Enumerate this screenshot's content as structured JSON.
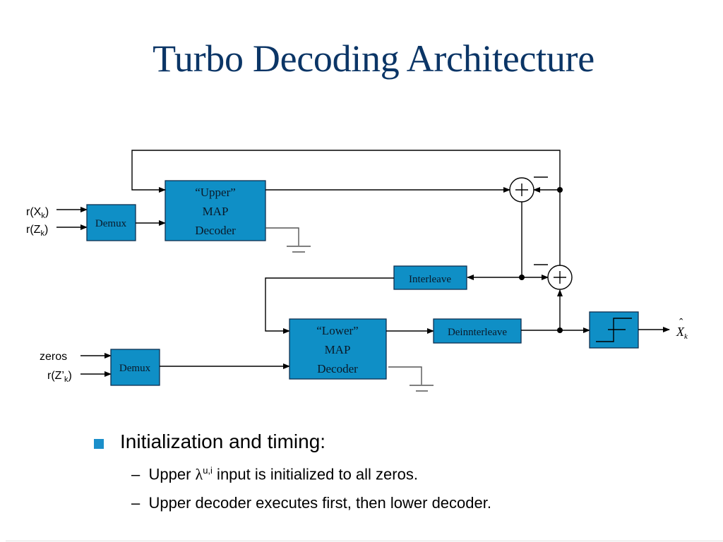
{
  "slide": {
    "title": "Turbo Decoding Architecture"
  },
  "diagram": {
    "inputs_upper": [
      {
        "base": "r(X",
        "sub": "k",
        "close": ")"
      },
      {
        "base": "r(Z",
        "sub": "k",
        "close": ")"
      }
    ],
    "inputs_lower": [
      {
        "base": "zeros",
        "sub": "",
        "close": ""
      },
      {
        "base": "r(Z’",
        "sub": "k",
        "close": ")"
      }
    ],
    "blocks": {
      "demux_upper": "Demux",
      "demux_lower": "Demux",
      "upper_decoder": [
        "“Upper”",
        "MAP",
        "Decoder"
      ],
      "lower_decoder": [
        "“Lower”",
        "MAP",
        "Decoder"
      ],
      "interleave": "Interleave",
      "deinterleave": "Deinnterleave",
      "hard_decision": "step-function-icon"
    },
    "summers": {
      "top": {
        "symbol": "+",
        "minus_label": "—"
      },
      "bottom": {
        "symbol": "+",
        "minus_label": "—"
      }
    },
    "output": {
      "base": "X",
      "sub": "k",
      "accent": "ˆ"
    },
    "colors": {
      "block_fill": "#0f8fc6",
      "title": "#0b3566",
      "bullet": "#1b8fca"
    }
  },
  "bullets": {
    "level1": "Initialization and timing:",
    "level2": [
      {
        "dash": "–",
        "pre": "Upper ",
        "symbol": "λ",
        "sup": "u,i",
        "post": " input is initialized to all zeros."
      },
      {
        "dash": "–",
        "pre": "Upper decoder executes first, then lower decoder.",
        "symbol": "",
        "sup": "",
        "post": ""
      }
    ]
  }
}
